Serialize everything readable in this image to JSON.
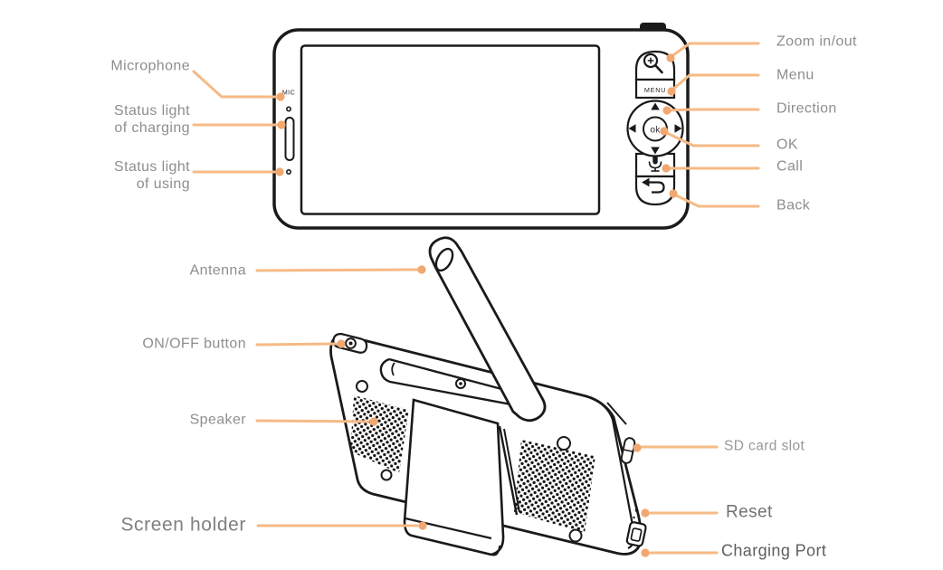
{
  "colors": {
    "line": "#F6BA85",
    "dot": "#F0A770",
    "ink": "#1A1A1A",
    "label": "#8E8E8E"
  },
  "device_markings": {
    "mic": "MIC",
    "menu": "MENU",
    "ok": "ok"
  },
  "labels": {
    "front_left": [
      {
        "text": "Microphone"
      },
      {
        "text": "Status light\nof charging"
      },
      {
        "text": "Status light\nof using"
      }
    ],
    "front_right": [
      {
        "text": "Zoom in/out"
      },
      {
        "text": "Menu"
      },
      {
        "text": "Direction"
      },
      {
        "text": "OK"
      },
      {
        "text": "Call"
      },
      {
        "text": "Back"
      }
    ],
    "back_left": [
      {
        "text": "Antenna"
      },
      {
        "text": "ON/OFF button"
      },
      {
        "text": "Speaker"
      },
      {
        "text": "Screen holder"
      }
    ],
    "back_right": [
      {
        "text": "SD card slot"
      },
      {
        "text": "Reset"
      },
      {
        "text": "Charging Port"
      }
    ]
  }
}
